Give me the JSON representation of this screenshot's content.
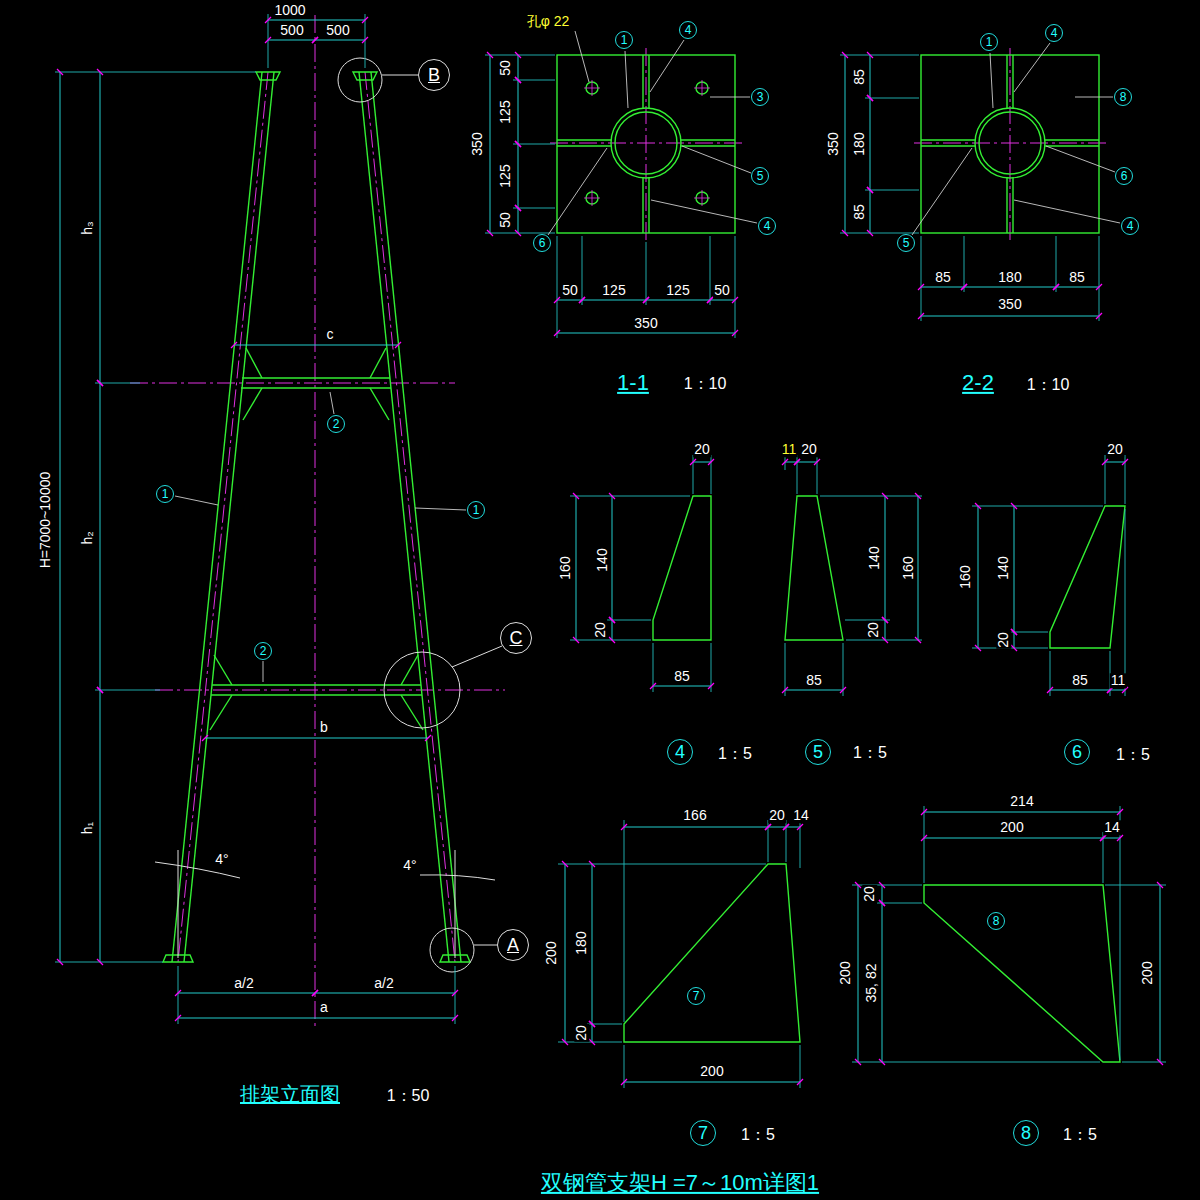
{
  "diagram": {
    "title": "双钢管支架H =7～10m详图1",
    "nodes": [
      {
        "text": [
          "B"
        ]
      },
      {
        "text": [
          "C"
        ]
      },
      {
        "text": [
          "A"
        ]
      },
      {
        "text": [
          "2"
        ]
      },
      {
        "text": [
          "1"
        ]
      },
      {
        "text": [
          "1"
        ]
      },
      {
        "text": [
          "2"
        ]
      },
      {
        "text": [
          "1"
        ]
      },
      {
        "text": [
          "4"
        ]
      },
      {
        "text": [
          "3"
        ]
      },
      {
        "text": [
          "5"
        ]
      },
      {
        "text": [
          "4"
        ]
      },
      {
        "text": [
          "6"
        ]
      },
      {
        "text": [
          "1"
        ]
      },
      {
        "text": [
          "4"
        ]
      },
      {
        "text": [
          "8"
        ]
      },
      {
        "text": [
          "6"
        ]
      },
      {
        "text": [
          "4"
        ]
      },
      {
        "text": [
          "5"
        ]
      },
      {
        "text": [
          "4"
        ]
      },
      {
        "text": [
          "5"
        ]
      },
      {
        "text": [
          "6"
        ]
      },
      {
        "text": [
          "7"
        ]
      },
      {
        "text": [
          "7"
        ]
      },
      {
        "text": [
          "8"
        ]
      },
      {
        "text": [
          "8"
        ]
      }
    ],
    "labels": [
      "1000",
      "500",
      "500",
      "h₃",
      "h₂",
      "h₁",
      "H=7000~10000",
      "c",
      "b",
      "4°",
      "4°",
      "a/2",
      "a/2",
      "a",
      "排架立面图",
      "1：50",
      "孔φ 22",
      "50",
      "125",
      "125",
      "50",
      "350",
      "50",
      "125",
      "125",
      "50",
      "350",
      "1-1",
      "1：10",
      "350",
      "85",
      "180",
      "85",
      "85",
      "180",
      "85",
      "350",
      "2-2",
      "1：10",
      "20",
      "160",
      "140",
      "20",
      "85",
      "1：5",
      "11",
      "20",
      "140",
      "160",
      "20",
      "85",
      "1：5",
      "20",
      "160",
      "140",
      "20",
      "85",
      "11",
      "1：5",
      "166",
      "20",
      "14",
      "200",
      "180",
      "20",
      "200",
      "1：5",
      "214",
      "200",
      "14",
      "20",
      "200",
      "35, 82",
      "200",
      "1：5"
    ]
  }
}
